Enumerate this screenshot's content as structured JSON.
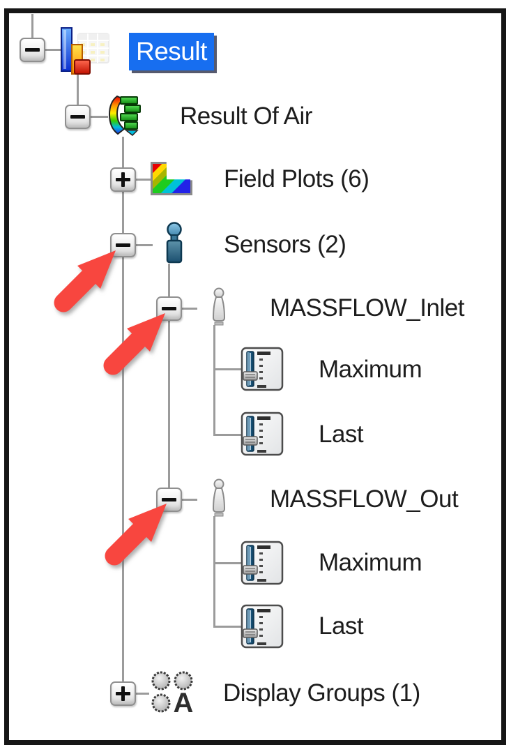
{
  "window": {
    "type": "tree-view-panel",
    "border_color": "#161616",
    "background": "#ffffff"
  },
  "colors": {
    "selection_blue": "#176EF0",
    "selection_text": "#FFFFFF",
    "arrow_red": "#F8463F",
    "connector_gray": "#9B9B9B",
    "label_text": "#1D1D1D"
  },
  "tree": {
    "nodes": [
      {
        "id": "result",
        "label": "Result",
        "level": 0,
        "icon": "result-chart-table-icon",
        "expander": "minus",
        "selected": true
      },
      {
        "id": "result-of-air",
        "label": "Result Of Air",
        "level": 1,
        "icon": "solution-result-rainbow-icon",
        "expander": "minus",
        "selected": false
      },
      {
        "id": "field-plots",
        "label": "Field Plots (6)",
        "level": 2,
        "icon": "field-plot-contour-icon",
        "expander": "plus",
        "selected": false
      },
      {
        "id": "sensors",
        "label": "Sensors (2)",
        "level": 2,
        "icon": "sensor-pawn-blue-icon",
        "expander": "minus",
        "selected": false
      },
      {
        "id": "massflow-inlet",
        "label": "MASSFLOW_Inlet",
        "level": 3,
        "icon": "sensor-pawn-white-icon",
        "expander": "minus",
        "selected": false
      },
      {
        "id": "inlet-maximum",
        "label": "Maximum",
        "level": 4,
        "icon": "slider-panel-icon",
        "expander": "none",
        "selected": false
      },
      {
        "id": "inlet-last",
        "label": "Last",
        "level": 4,
        "icon": "slider-panel-icon",
        "expander": "none",
        "selected": false
      },
      {
        "id": "massflow-out",
        "label": "MASSFLOW_Out",
        "level": 3,
        "icon": "sensor-pawn-white-icon",
        "expander": "minus",
        "selected": false
      },
      {
        "id": "out-maximum",
        "label": "Maximum",
        "level": 4,
        "icon": "slider-panel-icon",
        "expander": "none",
        "selected": false
      },
      {
        "id": "out-last",
        "label": "Last",
        "level": 4,
        "icon": "slider-panel-icon",
        "expander": "none",
        "selected": false
      },
      {
        "id": "display-groups",
        "label": "Display Groups (1)",
        "level": 2,
        "icon": "display-groups-circles-icon",
        "expander": "plus",
        "selected": false
      }
    ]
  },
  "annotations": {
    "arrow_color": "#F8463F",
    "arrows": [
      {
        "points_at": "sensors-expander"
      },
      {
        "points_at": "massflow-inlet-expander"
      },
      {
        "points_at": "massflow-out-expander"
      }
    ]
  }
}
